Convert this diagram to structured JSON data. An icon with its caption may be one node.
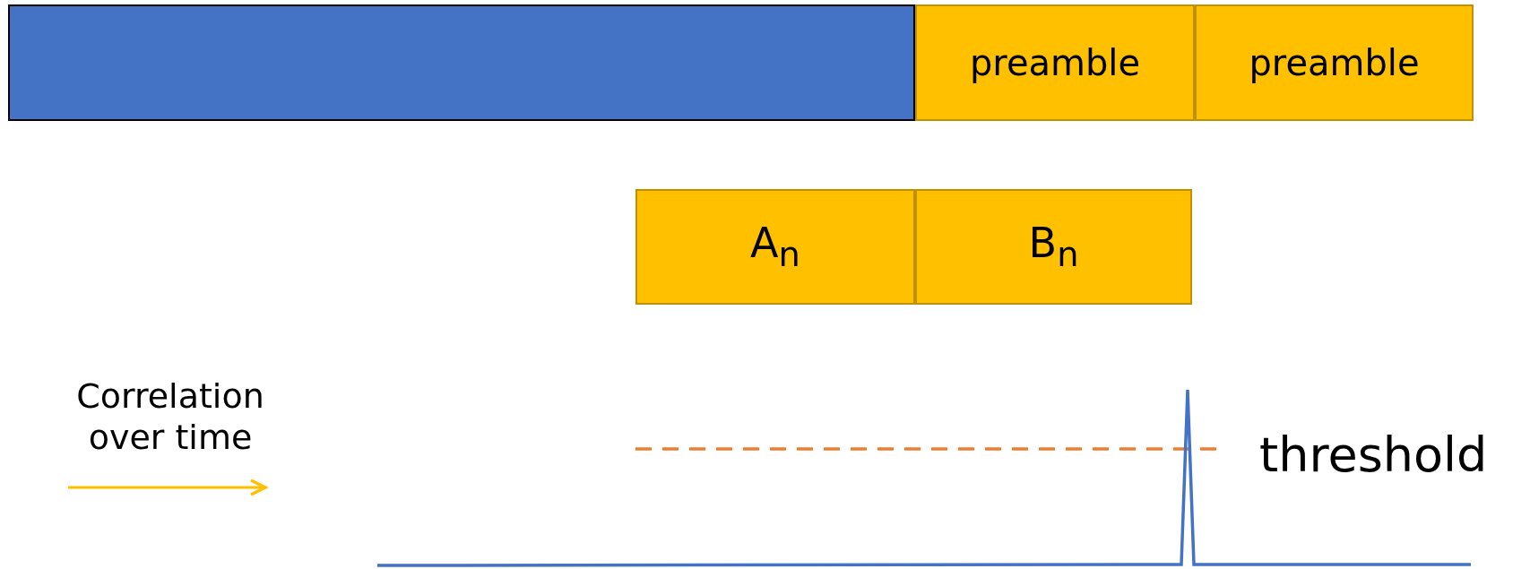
{
  "diagram": {
    "nodes": [
      {
        "text": [],
        "shape": "box"
      },
      {
        "text": [
          "preamble"
        ]
      },
      {
        "text": [
          "preamble"
        ]
      },
      {
        "text": [
          "A$_{n}$"
        ]
      },
      {
        "text": [
          "B$_{n}$"
        ]
      }
    ],
    "labels": [
      "Correlation over time",
      "threshold"
    ]
  }
}
